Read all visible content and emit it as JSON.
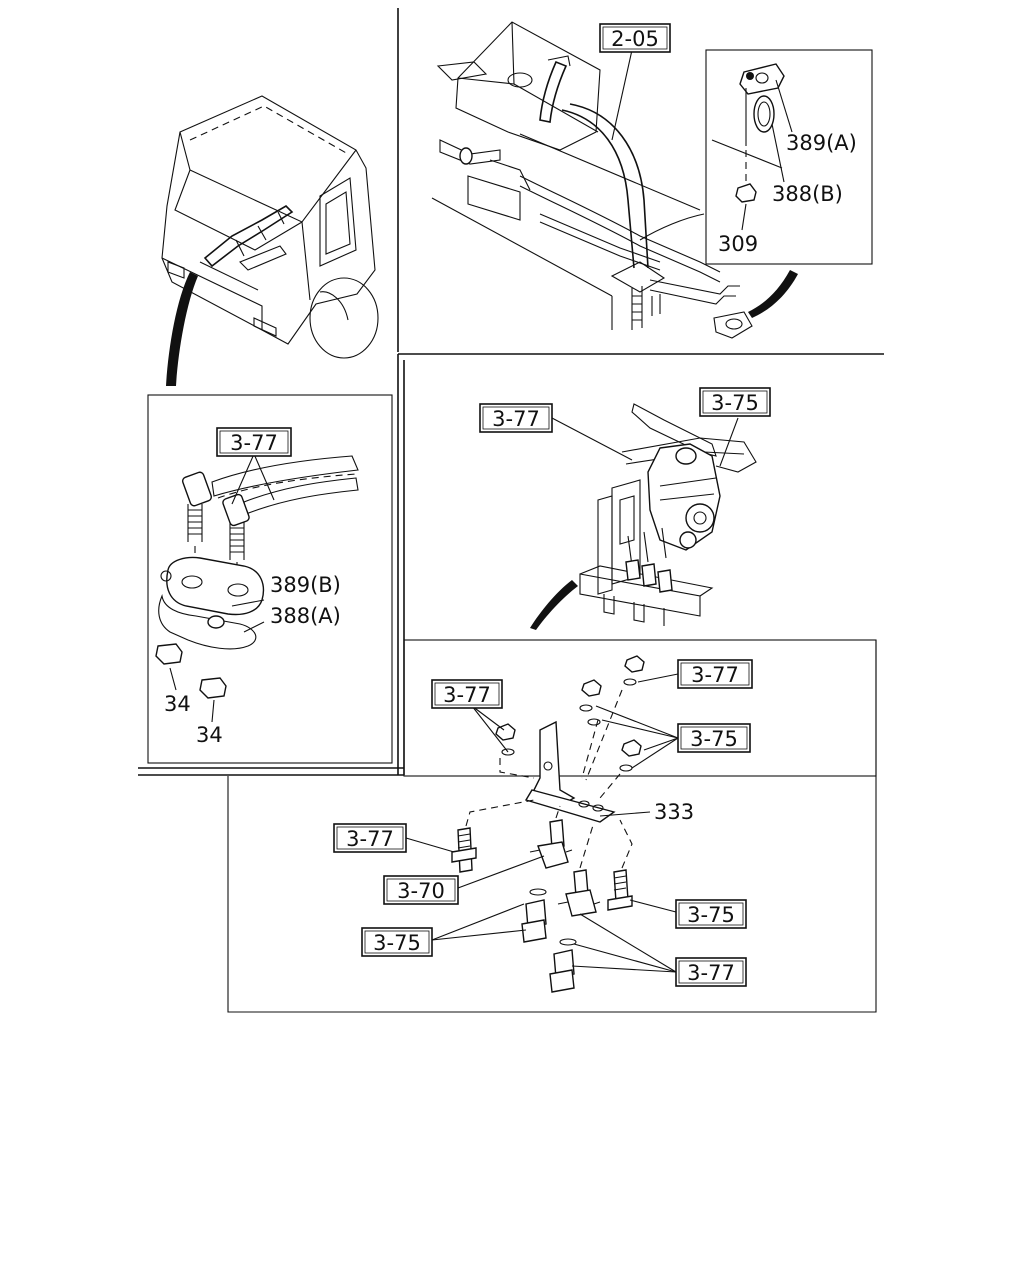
{
  "labels": {
    "ref_205": "2-05",
    "ref_377_a": "3-77",
    "ref_377_b": "3-77",
    "ref_377_c": "3-77",
    "ref_377_d": "3-77",
    "ref_377_e": "3-77",
    "ref_377_f": "3-77",
    "ref_375_a": "3-75",
    "ref_375_b": "3-75",
    "ref_375_c": "3-75",
    "ref_375_d": "3-75",
    "ref_370": "3-70",
    "part_389a": "389(A)",
    "part_388b": "388(B)",
    "part_309": "309",
    "part_389b": "389(B)",
    "part_388a": "388(A)",
    "part_34_a": "34",
    "part_34_b": "34",
    "part_333": "333"
  }
}
